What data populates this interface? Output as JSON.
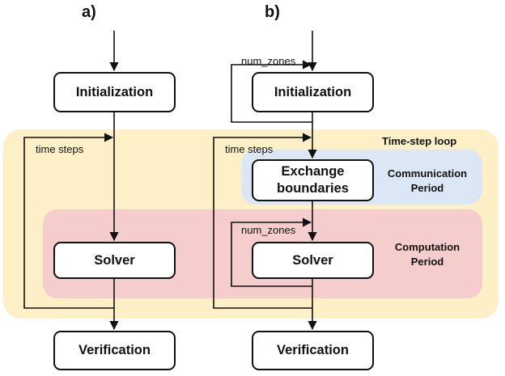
{
  "panels": [
    {
      "label": "a)"
    },
    {
      "label": "b)"
    }
  ],
  "regions": {
    "time_step_loop": {
      "label": "Time-step loop",
      "color": "#fdefc6"
    },
    "communication": {
      "line1": "Communication",
      "line2": "Period",
      "color": "#dce7f6"
    },
    "computation": {
      "line1": "Computation",
      "line2": "Period",
      "color": "#f6cdcd"
    }
  },
  "boxes": {
    "a_initialization": "Initialization",
    "a_solver": "Solver",
    "a_verification": "Verification",
    "b_initialization": "Initialization",
    "b_exchange_line1": "Exchange",
    "b_exchange_line2": "boundaries",
    "b_solver": "Solver",
    "b_verification": "Verification"
  },
  "loop_labels": {
    "a_time_steps": "time steps",
    "b_num_zones_top": "num_zones",
    "b_time_steps": "time steps",
    "b_num_zones_solver": "num_zones"
  }
}
